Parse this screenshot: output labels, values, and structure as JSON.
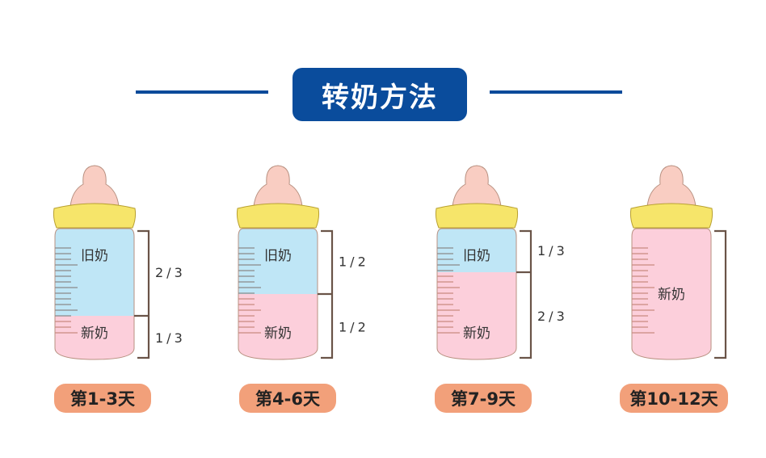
{
  "title": "转奶方法",
  "old_milk_label": "旧奶",
  "new_milk_label": "新奶",
  "colors": {
    "accent": "#0a4c9c",
    "old_milk": "#bfe6f6",
    "new_milk": "#fccfdb",
    "cap": "#f6e56a",
    "nipple": "#f9cdc2",
    "pill": "#f2a07a"
  },
  "stages": [
    {
      "label": "第1-3天",
      "old_fraction": 0.6667,
      "old_text": "2/3",
      "new_text": "1/3"
    },
    {
      "label": "第4-6天",
      "old_fraction": 0.5,
      "old_text": "1/2",
      "new_text": "1/2"
    },
    {
      "label": "第7-9天",
      "old_fraction": 0.3333,
      "old_text": "1/3",
      "new_text": "2/3"
    },
    {
      "label": "第10-12天",
      "old_fraction": 0,
      "old_text": "",
      "new_text": ""
    }
  ]
}
